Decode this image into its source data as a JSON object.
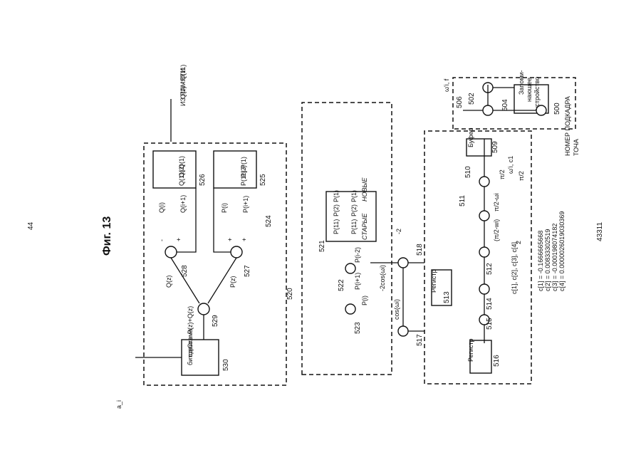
{
  "page": {
    "doc_number": "43311",
    "page_number": "44",
    "caption": "Фиг. 13"
  },
  "inputs": {
    "omega_f": "ω'i, f",
    "omega_c1": "ω'i, c1",
    "subframe_number": "НОМЕР ПОДКАДРА\nТОЧА",
    "q_input": "Q(1) - Q(11)",
    "q_input_src": "ИЗ ПАМЯТИ",
    "minus_two": "-2",
    "pi_over_two": "π/2",
    "output": "a_i"
  },
  "blocks": {
    "memory": "Запоми-\nнающее\nустройство",
    "buffer": "Буфер",
    "register1": "Регистр",
    "register2": "Регистр",
    "shift": "Схема\nсдвига\nбитов"
  },
  "coeff_list": {
    "label": "c[1], c[2], c[3], c[4]",
    "values": [
      "c[1] = -0.1666665668",
      "c[2] = 0.00833302519",
      "c[3] = -0.000198074182",
      "c[4] = 0.0000026019030369"
    ]
  },
  "signals": {
    "pi2_minus_wi": "π/2-ωi",
    "pi2_minus_wi_sq": "(π/2-wi)",
    "sq": "2",
    "cos": "cos(ωi)",
    "neg2cos": "-2cos(ωi)",
    "pi2": "π/2",
    "p_im2": "P(i-2)",
    "p_ip1": "P(i+1)",
    "p_i": "P(i)",
    "q_ip1": "Q(i+1)",
    "q_i": "Q(i)",
    "p_z": "P(z)",
    "q_z": "Q(z)",
    "pq_z": "P(z)+Q(z)"
  },
  "registers": {
    "p_new_header": "НОВЫЕ",
    "p_old_header": "СТАРЫЕ",
    "p_new": [
      "P(1)",
      "P(2)",
      ":",
      "P(11)"
    ],
    "p_old": [
      "P(1)",
      "P(2)",
      ":",
      "P(11)"
    ],
    "p_store": [
      "P(1)",
      "P(2)",
      ":",
      "P(11)"
    ],
    "q_store": [
      "Q(1)",
      "Q(2)",
      ":",
      "Q(11)"
    ]
  },
  "refs": {
    "r500": "500",
    "r502": "502",
    "r504": "504",
    "r506": "506",
    "r509": "509",
    "r510": "510",
    "r511": "511",
    "r512": "512",
    "r513": "513",
    "r514": "514",
    "r515": "515",
    "r516": "516",
    "r517": "517",
    "r518": "518",
    "r520": "520",
    "r521": "521",
    "r522": "522",
    "r523": "523",
    "r524": "524",
    "r525": "525",
    "r526": "526",
    "r527": "527",
    "r528": "528",
    "r529": "529",
    "r530": "530"
  },
  "signs": {
    "plus": "+",
    "minus": "-"
  }
}
